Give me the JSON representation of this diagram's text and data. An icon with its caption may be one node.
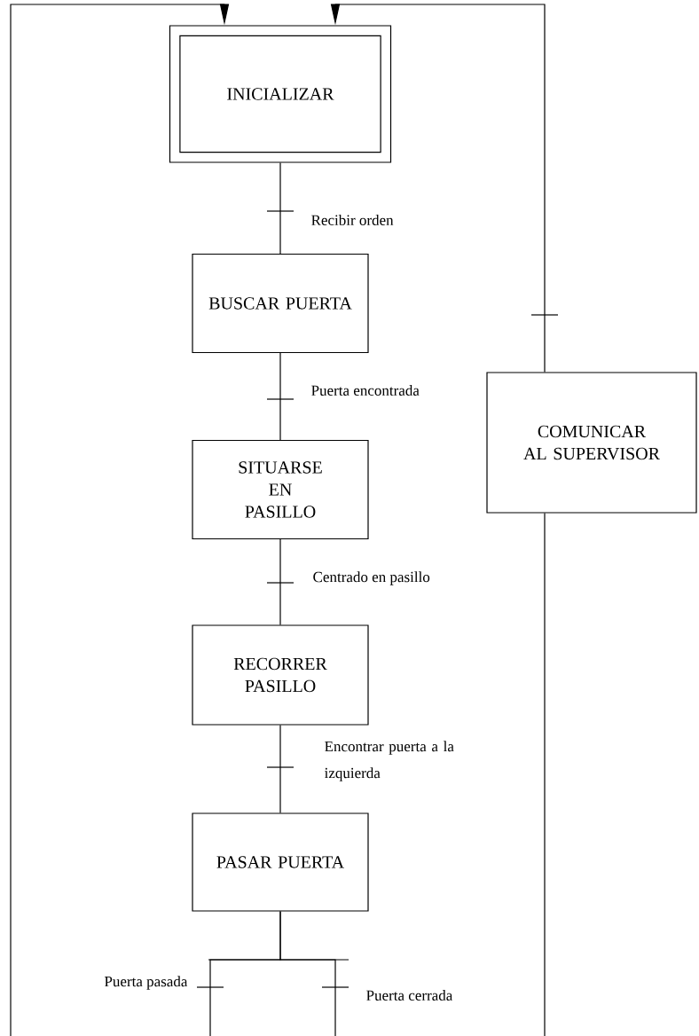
{
  "diagram": {
    "nodes": [
      {
        "text": [
          "INICIALIZAR"
        ]
      },
      {
        "text": [
          "BUSCAR PUERTA"
        ]
      },
      {
        "text": [
          "SITUARSE EN PASILLO"
        ]
      },
      {
        "text": [
          "RECORRER PASILLO"
        ]
      },
      {
        "text": [
          "PASAR PUERTA"
        ]
      },
      {
        "text": [
          "COMUNICAR AL SUPERVISOR"
        ]
      }
    ],
    "edges": [
      {
        "from": 0,
        "to": 1,
        "arrow": "none",
        "label": "Recibir orden"
      },
      {
        "from": 1,
        "to": 2,
        "arrow": "none",
        "label": "Puerta encontrada"
      },
      {
        "from": 2,
        "to": 3,
        "arrow": "none",
        "label": "Centrado en pasillo"
      },
      {
        "from": 3,
        "to": 4,
        "arrow": "none",
        "label": "Encontrar puerta a la izquierda"
      },
      {
        "from": 4,
        "to": 0,
        "arrow": "to",
        "label": "Puerta pasada"
      },
      {
        "from": 4,
        "to": 5,
        "arrow": "none",
        "label": "Puerta cerrada"
      },
      {
        "from": 5,
        "to": 0,
        "arrow": "to"
      }
    ]
  }
}
